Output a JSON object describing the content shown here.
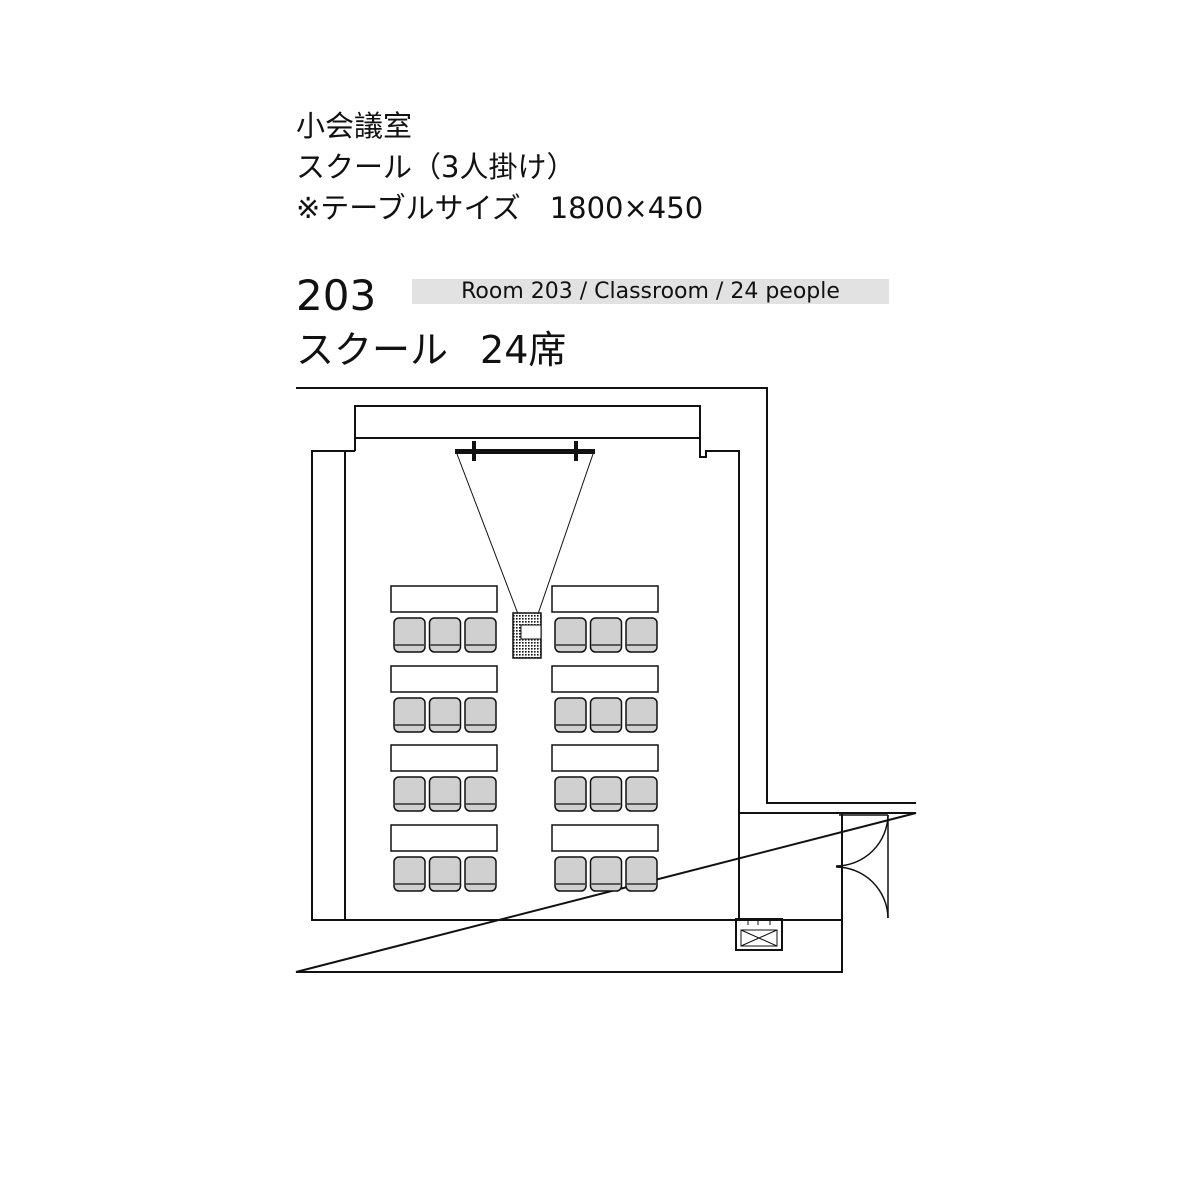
{
  "header": {
    "room_name": "小会議室",
    "layout_line": "スクール（3人掛け）",
    "table_size_line": "※テーブルサイズ　1800×450"
  },
  "room": {
    "number": "203",
    "caption": "Room 203 / Classroom / 24 people",
    "layout_name": "スクール",
    "seat_count_label": "24席"
  },
  "plan": {
    "table_rows": 4,
    "table_cols": 2,
    "chairs_per_table": 3,
    "chair_fill": "#d0d0d0",
    "line_color": "#111111",
    "caption_bg": "#e2e2e2"
  }
}
